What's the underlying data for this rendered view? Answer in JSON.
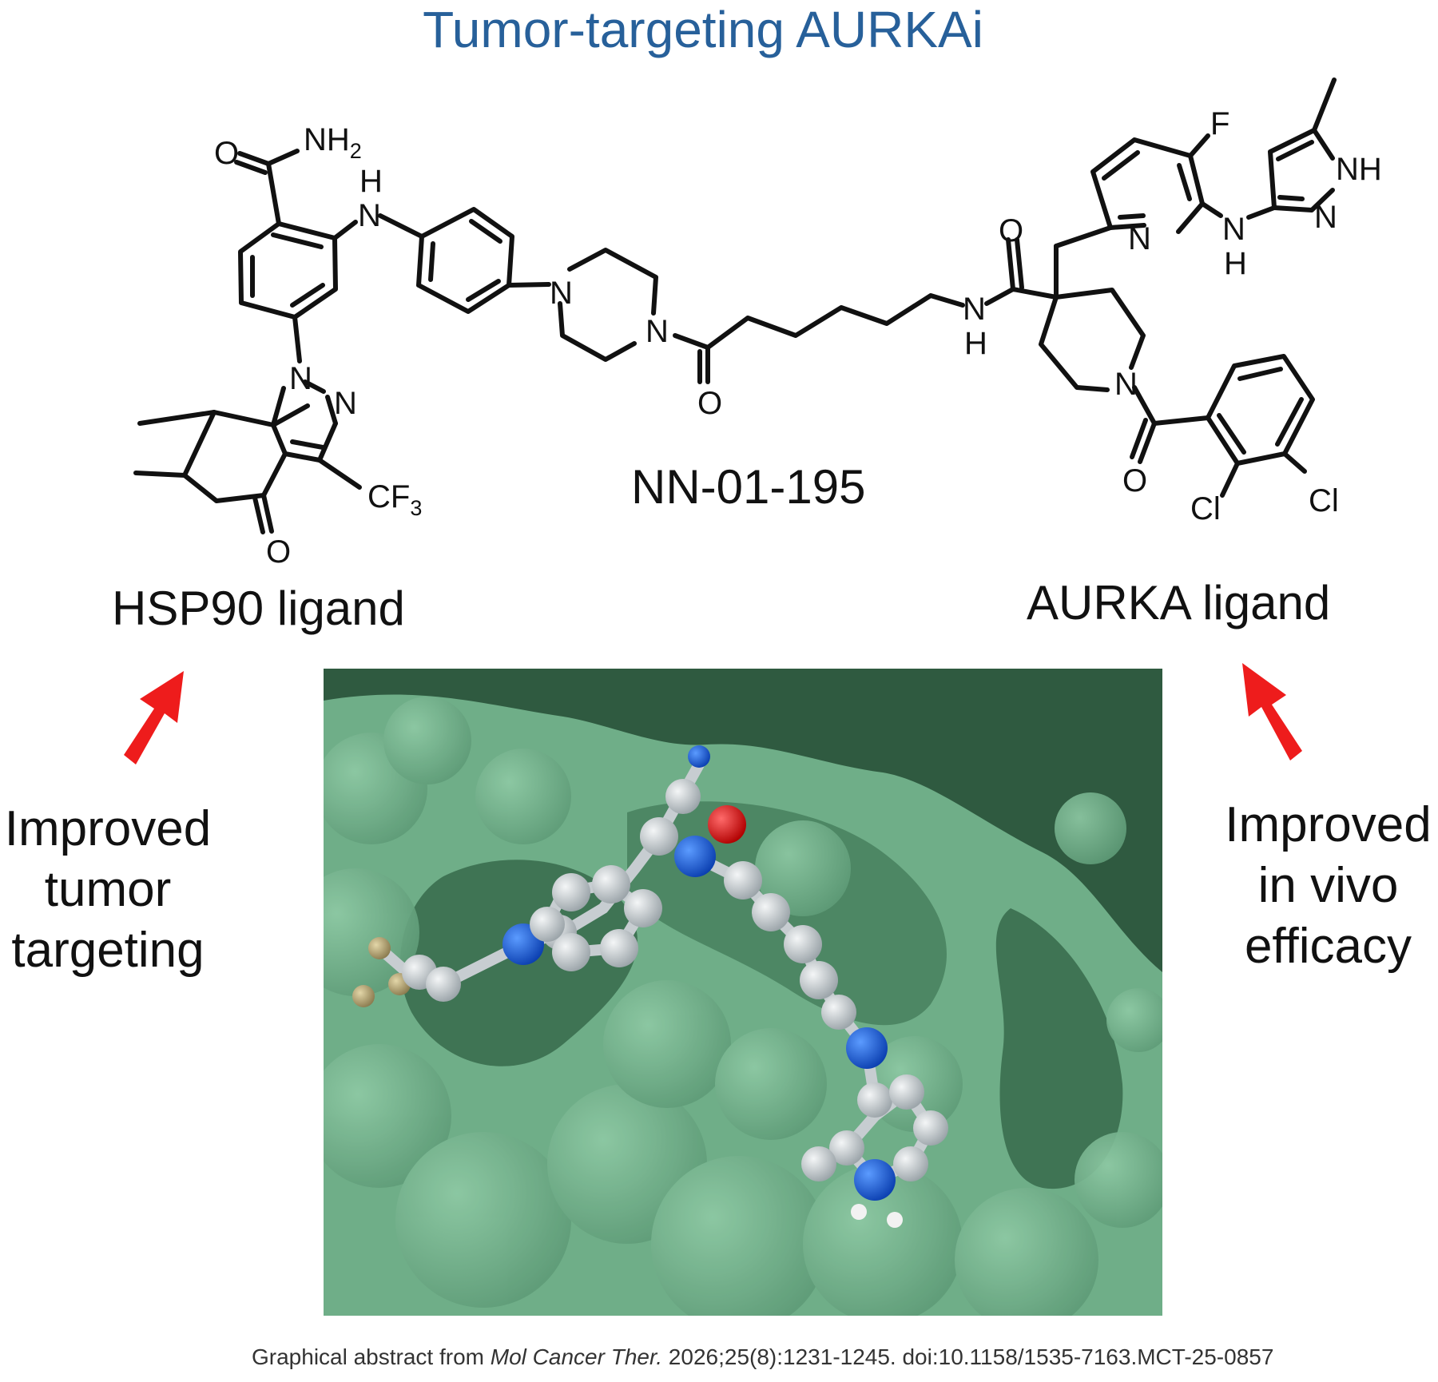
{
  "title": "Tumor-targeting AURKAi",
  "compound_name": "NN-01-195",
  "ligands": {
    "left": "HSP90 ligand",
    "right": "AURKA ligand"
  },
  "benefits": {
    "left": [
      "Improved",
      "tumor",
      "targeting"
    ],
    "right": [
      "Improved",
      "in vivo",
      "efficacy"
    ]
  },
  "atom_labels": {
    "O": "O",
    "N": "N",
    "H": "H",
    "NH": "NH",
    "NH2": "NH",
    "two": "2",
    "F": "F",
    "Cl": "Cl",
    "CF": "CF",
    "three": "3"
  },
  "colors": {
    "title": "#27609a",
    "arrow": "#ee1c1c",
    "protein_surface": "#6fae88",
    "protein_shadow": "#2f5a40",
    "carbon": "#c7cdd1",
    "nitrogen": "#1b5ee0",
    "oxygen": "#e01010",
    "fluorine": "#b8a878",
    "hydrogen": "#f2f2f2"
  },
  "icons": [
    "arrow-up-right-icon",
    "arrow-up-left-icon"
  ],
  "caption": {
    "prefix": "Graphical abstract from ",
    "journal": "Mol Cancer Ther.",
    "suffix": " 2026;25(8):1231-1245. doi:10.1158/1535-7163.MCT-25-0857"
  }
}
